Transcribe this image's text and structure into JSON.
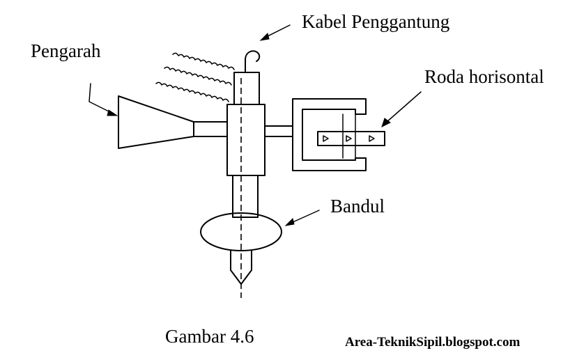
{
  "labels": {
    "kabel_penggantung": "Kabel Penggantung",
    "pengarah": "Pengarah",
    "roda_horisontal": "Roda horisontal",
    "bandul": "Bandul"
  },
  "caption": "Gambar 4.6",
  "watermark": "Area-TeknikSipil.blogspot.com"
}
